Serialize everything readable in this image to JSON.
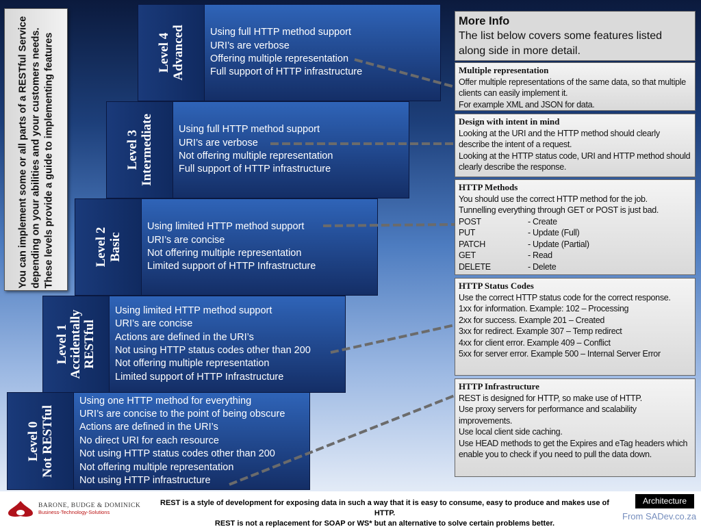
{
  "sidebar_text": "You can implement some or all parts of a RESTful Service depending on your abilities and your customers needs. These levels provide a guide to implementing features",
  "levels": [
    {
      "title": "Level 4",
      "subtitle": "Advanced",
      "items": [
        "Using full HTTP method support",
        "URI’s are verbose",
        "Offering multiple representation",
        "Full support of HTTP infrastructure"
      ]
    },
    {
      "title": "Level 3",
      "subtitle": "Intermediate",
      "items": [
        "Using full HTTP method support",
        "URI’s are verbose",
        "Not offering multiple representation",
        "Full support of HTTP infrastructure"
      ]
    },
    {
      "title": "Level 2",
      "subtitle": "Basic",
      "items": [
        "Using limited HTTP method support",
        "URI’s are concise",
        "Not offering multiple representation",
        "Limited support of HTTP Infrastructure"
      ]
    },
    {
      "title": "Level 1",
      "subtitle": "Accidentally RESTful",
      "items": [
        "Using limited HTTP method support",
        "URI’s are concise",
        "Actions are defined in the URI’s",
        "Not using HTTP status codes other than 200",
        "Not offering multiple representation",
        "Limited support of HTTP Infrastructure"
      ]
    },
    {
      "title": "Level 0",
      "subtitle": "Not RESTful",
      "items": [
        "Using one HTTP method for everything",
        "URI’s are concise to the point of being obscure",
        "Actions are defined in the URI’s",
        "No direct URI for each resource",
        "Not using HTTP status codes other than 200",
        "Not offering multiple representation",
        "Not using HTTP infrastructure"
      ]
    }
  ],
  "more_info": {
    "title": "More Info",
    "text": "The list below covers some features listed along side in more detail."
  },
  "sections": {
    "multi": {
      "title": "Multiple representation",
      "lines": [
        "Offer multiple representations of the same data, so that multiple clients can easily implement it.",
        "For example XML and JSON for data."
      ]
    },
    "design": {
      "title": "Design with intent in mind",
      "lines": [
        "Looking at the URI and the HTTP method should clearly describe the intent of a request.",
        "Looking at the HTTP status code, URI and HTTP method should clearly describe the response."
      ]
    },
    "methods": {
      "title": "HTTP Methods",
      "lines": [
        "You should use the correct HTTP method for the job.",
        "Tunnelling everything through GET or POST is just bad."
      ],
      "table": [
        [
          "POST",
          "- Create"
        ],
        [
          "PUT",
          "- Update (Full)"
        ],
        [
          "PATCH",
          "- Update (Partial)"
        ],
        [
          "GET",
          "- Read"
        ],
        [
          "DELETE",
          "- Delete"
        ]
      ]
    },
    "status": {
      "title": "HTTP Status Codes",
      "lines": [
        "Use the correct HTTP status code for the correct response.",
        "1xx for information. Example: 102 – Processing",
        "2xx for success. Example 201 – Created",
        "3xx for redirect. Example 307 – Temp redirect",
        "4xx for client error. Example 409 – Conflict",
        "5xx for server error. Example 500 – Internal Server Error"
      ]
    },
    "infra": {
      "title": "HTTP Infrastructure",
      "lines": [
        "REST is designed for HTTP, so make use of HTTP.",
        "Use proxy servers for performance and scalability improvements.",
        "Use local client side caching.",
        "Use HEAD methods to get the Expires and eTag headers which enable you to check if you need to pull the data down."
      ]
    }
  },
  "footer": {
    "line1": "REST is a style of development for exposing data in such a way that it is easy to consume, easy to produce and makes use of HTTP.",
    "line2": "REST is not a replacement for SOAP or WS* but an alternative to solve certain problems better.",
    "company": "BARONE, BUDGE & DOMINICK",
    "tagline": "Business-Technology-Solutions",
    "badge": "Architecture",
    "watermark": "From SADev.co.za"
  }
}
